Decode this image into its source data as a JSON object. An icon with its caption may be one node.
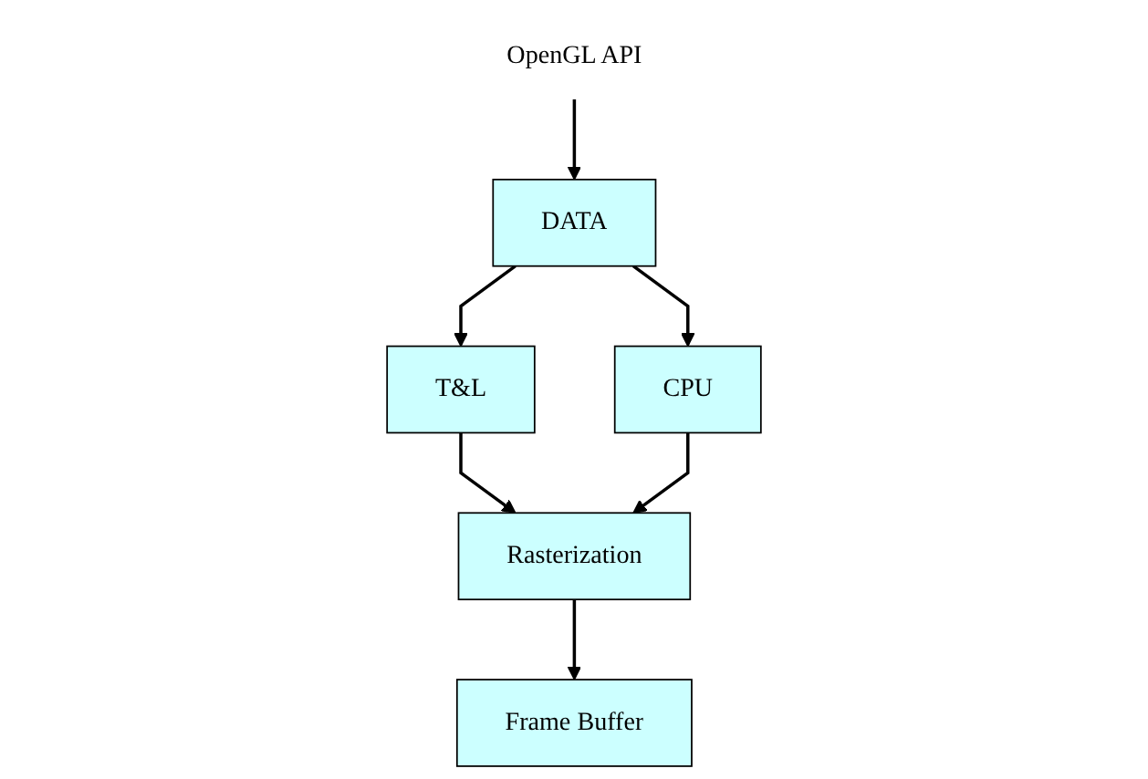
{
  "diagram": {
    "nodes": [
      {
        "text": [
          "OpenGL API"
        ]
      },
      {
        "text": [
          "DATA"
        ]
      },
      {
        "text": [
          "T&L"
        ]
      },
      {
        "text": [
          "CPU"
        ]
      },
      {
        "text": [
          "Rasterization"
        ]
      },
      {
        "text": [
          "Frame Buffer"
        ]
      }
    ],
    "edges": [
      {
        "from": 0,
        "to": 1,
        "arrow": "to"
      },
      {
        "from": 1,
        "to": 2,
        "arrow": "to"
      },
      {
        "from": 1,
        "to": 3,
        "arrow": "to"
      },
      {
        "from": 2,
        "to": 4,
        "arrow": "to"
      },
      {
        "from": 3,
        "to": 4,
        "arrow": "to"
      },
      {
        "from": 4,
        "to": 5,
        "arrow": "to"
      }
    ]
  }
}
